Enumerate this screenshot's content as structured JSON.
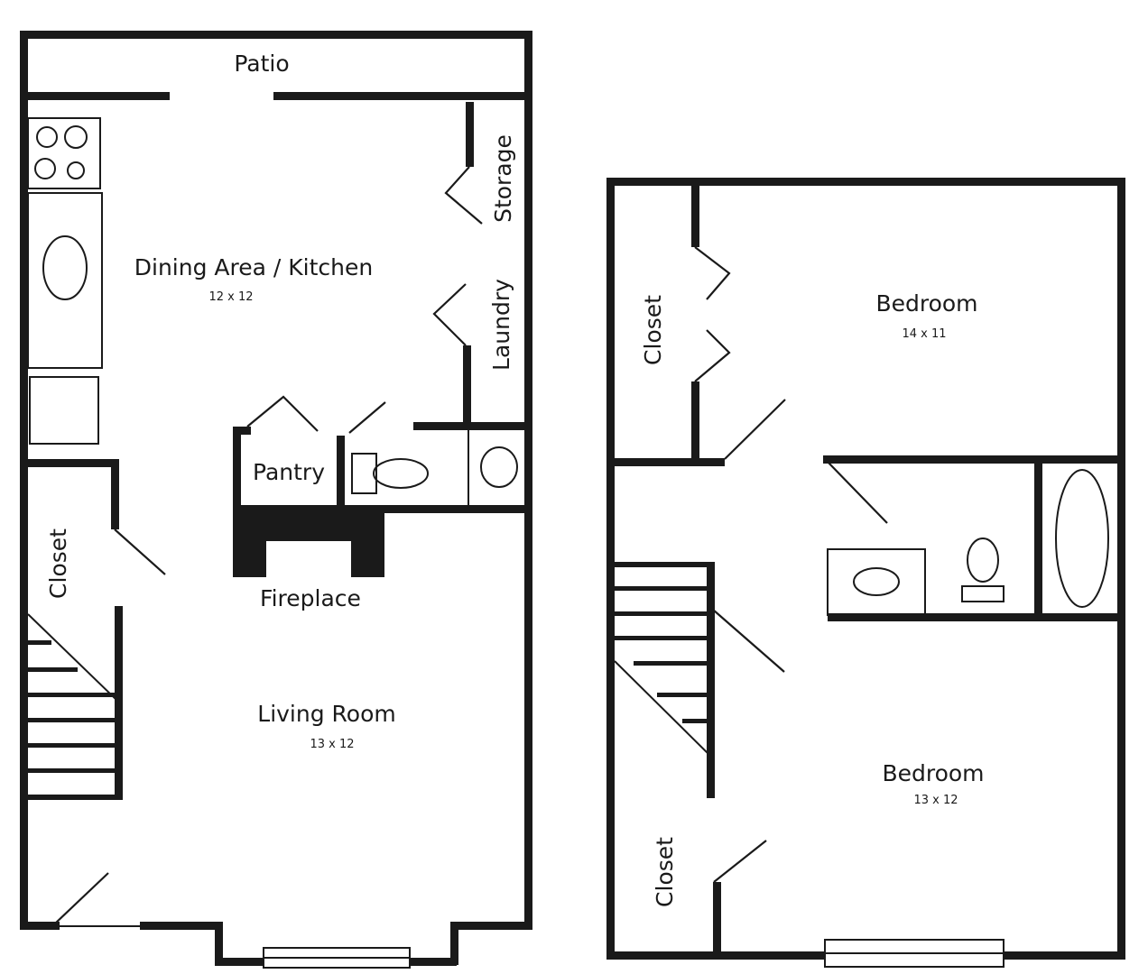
{
  "first_floor": {
    "patio": "Patio",
    "dining_kitchen": {
      "name": "Dining Area / Kitchen",
      "size": "12 x 12"
    },
    "storage": "Storage",
    "laundry": "Laundry",
    "pantry": "Pantry",
    "fireplace": "Fireplace",
    "closet": "Closet",
    "living_room": {
      "name": "Living Room",
      "size": "13 x 12"
    }
  },
  "second_floor": {
    "closet_top": "Closet",
    "bedroom_top": {
      "name": "Bedroom",
      "size": "14 x 11"
    },
    "bedroom_bottom": {
      "name": "Bedroom",
      "size": "13 x 12"
    },
    "closet_bottom": "Closet"
  },
  "colors": {
    "ink": "#1a1a1a",
    "paper": "#ffffff"
  }
}
